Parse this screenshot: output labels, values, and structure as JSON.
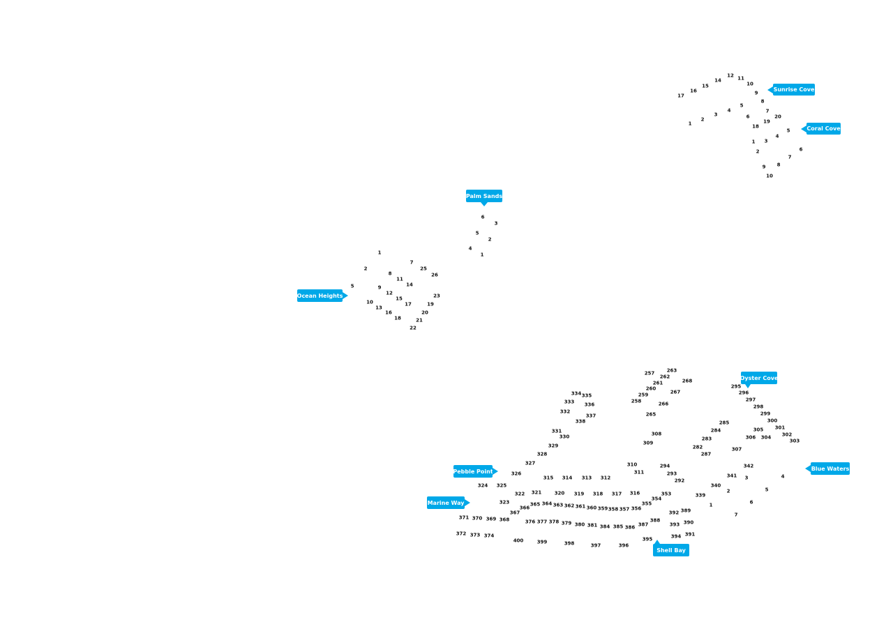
{
  "map": {
    "accent_color": "#00a8e8",
    "lot_label_color": "#111111",
    "areas": [
      {
        "id": "sunrise-cove",
        "name": "Sunrise Cove",
        "lots": [
          "1",
          "2",
          "3",
          "4",
          "5",
          "6",
          "7",
          "8",
          "9",
          "10",
          "11",
          "12",
          "14",
          "15",
          "16",
          "17",
          "18",
          "19",
          "20"
        ]
      },
      {
        "id": "coral-cove",
        "name": "Coral Cove",
        "lots": [
          "1",
          "2",
          "3",
          "4",
          "5",
          "6",
          "7",
          "8",
          "9",
          "10"
        ]
      },
      {
        "id": "palm-sands",
        "name": "Palm Sands",
        "lots": [
          "1",
          "2",
          "3",
          "4",
          "5",
          "6"
        ]
      },
      {
        "id": "ocean-heights",
        "name": "Ocean Heights",
        "lots": [
          "1",
          "2",
          "5",
          "7",
          "8",
          "9",
          "10",
          "11",
          "12",
          "13",
          "14",
          "15",
          "16",
          "17",
          "18",
          "19",
          "20",
          "21",
          "22",
          "23",
          "25",
          "26"
        ]
      },
      {
        "id": "blue-waters",
        "name": "Blue Waters",
        "lots": [
          "1",
          "2",
          "3",
          "4",
          "5",
          "6",
          "7"
        ]
      },
      {
        "id": "oyster-cove",
        "name": "Oyster Cove",
        "lots": [
          "257",
          "258",
          "259",
          "260",
          "261",
          "262",
          "263",
          "265",
          "266",
          "267",
          "268",
          "282",
          "283",
          "284",
          "285",
          "287",
          "295",
          "296",
          "297",
          "298",
          "299",
          "300",
          "301",
          "302",
          "303",
          "304",
          "305",
          "306",
          "307",
          "308",
          "309"
        ]
      },
      {
        "id": "pebble-point",
        "name": "Pebble Point",
        "lots": [
          "310",
          "311",
          "312",
          "313",
          "314",
          "315",
          "324",
          "325",
          "326",
          "327",
          "328",
          "329",
          "330",
          "331",
          "332",
          "333",
          "334",
          "335",
          "336",
          "337",
          "338"
        ]
      },
      {
        "id": "marine-way",
        "name": "Marine Way",
        "lots": [
          "316",
          "317",
          "318",
          "319",
          "320",
          "321",
          "322",
          "323",
          "362",
          "363",
          "364",
          "365",
          "366",
          "367",
          "368",
          "369",
          "370",
          "371",
          "372",
          "373",
          "374",
          "376",
          "377",
          "378",
          "379",
          "380",
          "381",
          "384",
          "385",
          "386",
          "396",
          "397",
          "398",
          "399",
          "400"
        ]
      },
      {
        "id": "shell-bay",
        "name": "Shell Bay",
        "lots": [
          "292",
          "293",
          "294",
          "339",
          "340",
          "341",
          "342",
          "353",
          "354",
          "355",
          "356",
          "357",
          "358",
          "359",
          "360",
          "361",
          "387",
          "388",
          "389",
          "390",
          "391",
          "392",
          "393",
          "394",
          "395"
        ]
      }
    ]
  }
}
